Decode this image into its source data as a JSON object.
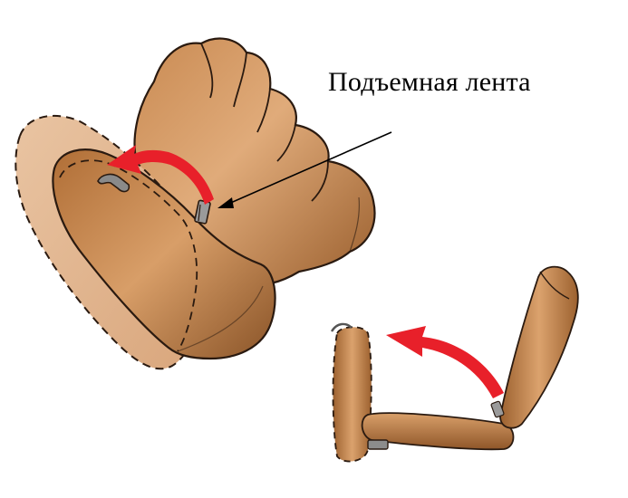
{
  "diagram": {
    "callout_label": "Подъемная лента",
    "colors": {
      "upholstery": "#b9773f",
      "upholstery_light": "#dca574",
      "upholstery_dark": "#7d4a22",
      "ghost": "#e4b894",
      "arrow": "#e8202a",
      "outline": "#2a1a10",
      "strap": "#808080"
    },
    "elements": [
      "seat-backrest-cushion",
      "seat-bottom-cushion-folded",
      "seat-bottom-cushion-ghost",
      "lifting-strap",
      "fold-arrow",
      "side-view-seat",
      "side-view-arrow"
    ]
  }
}
